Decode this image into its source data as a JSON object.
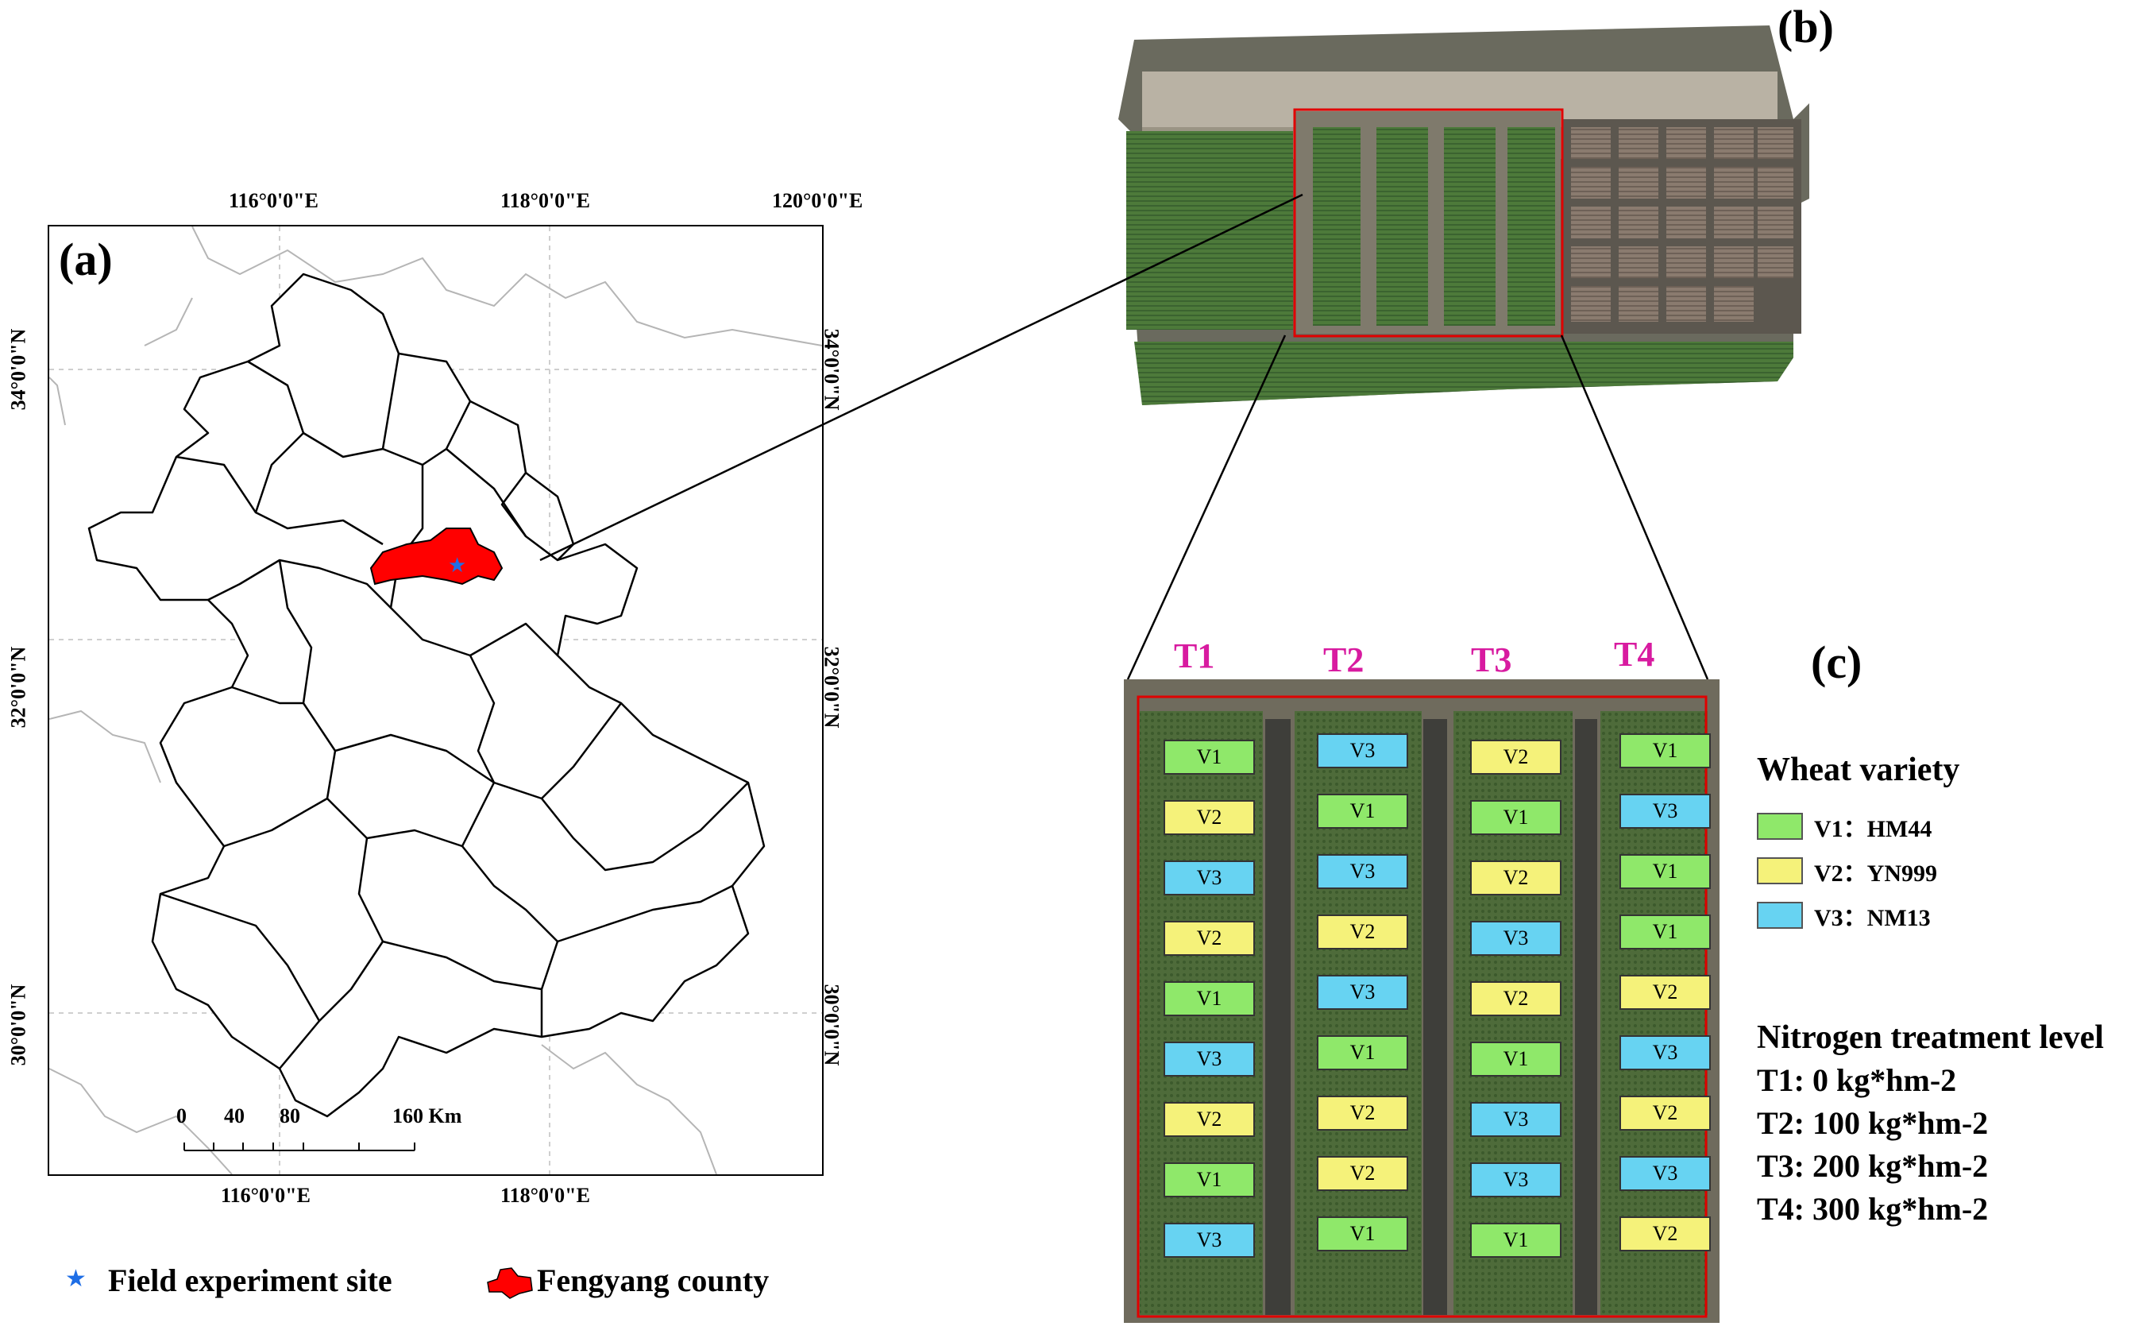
{
  "panels": {
    "a": "(a)",
    "b": "(b)",
    "c": "(c)"
  },
  "map": {
    "top_ticks": [
      "116°0'0\"E",
      "118°0'0\"E",
      "120°0'0\"E"
    ],
    "bottom_ticks": [
      "116°0'0\"E",
      "118°0'0\"E"
    ],
    "left_ticks": [
      "34°0'0\"N",
      "32°0'0\"N",
      "30°0'0\"N"
    ],
    "right_ticks": [
      "34°0'0\"N",
      "32°0'0\"N",
      "30°0'0\"N"
    ],
    "scale_labels": [
      "0",
      "40",
      "80",
      "160 Km"
    ]
  },
  "legend_bottom": {
    "site": "Field experiment site",
    "county": "Fengyang county"
  },
  "treatments_header": [
    "T1",
    "T2",
    "T3",
    "T4"
  ],
  "plots": [
    [
      "V1",
      "V3",
      "V2",
      "V1"
    ],
    [
      "V2",
      "V1",
      "V1",
      "V3"
    ],
    [
      "V3",
      "V3",
      "V2",
      "V1"
    ],
    [
      "V2",
      "V2",
      "V3",
      "V1"
    ],
    [
      "V1",
      "V3",
      "V2",
      "V2"
    ],
    [
      "V3",
      "V1",
      "V1",
      "V3"
    ],
    [
      "V2",
      "V2",
      "V3",
      "V2"
    ],
    [
      "V1",
      "V2",
      "V3",
      "V3"
    ],
    [
      "V3",
      "V1",
      "V1",
      "V2"
    ]
  ],
  "variety_legend": {
    "title": "Wheat variety",
    "items": [
      {
        "label": "V1：HM44",
        "color": "#8fe86a"
      },
      {
        "label": "V2：YN999",
        "color": "#f5f27a"
      },
      {
        "label": "V3：NM13",
        "color": "#67d3f2"
      }
    ]
  },
  "nitrogen_legend": {
    "title": "Nitrogen treatment level",
    "items": [
      "T1: 0 kg*hm-2",
      "T2: 100  kg*hm-2",
      "T3:  200 kg*hm-2",
      "T4:  300 kg*hm-2"
    ]
  },
  "colors": {
    "V1": "#8fe86a",
    "V2": "#f5f27a",
    "V3": "#67d3f2",
    "county": "#ff0000",
    "site": "#1e6ee6",
    "tlabel": "#d81ba0"
  }
}
